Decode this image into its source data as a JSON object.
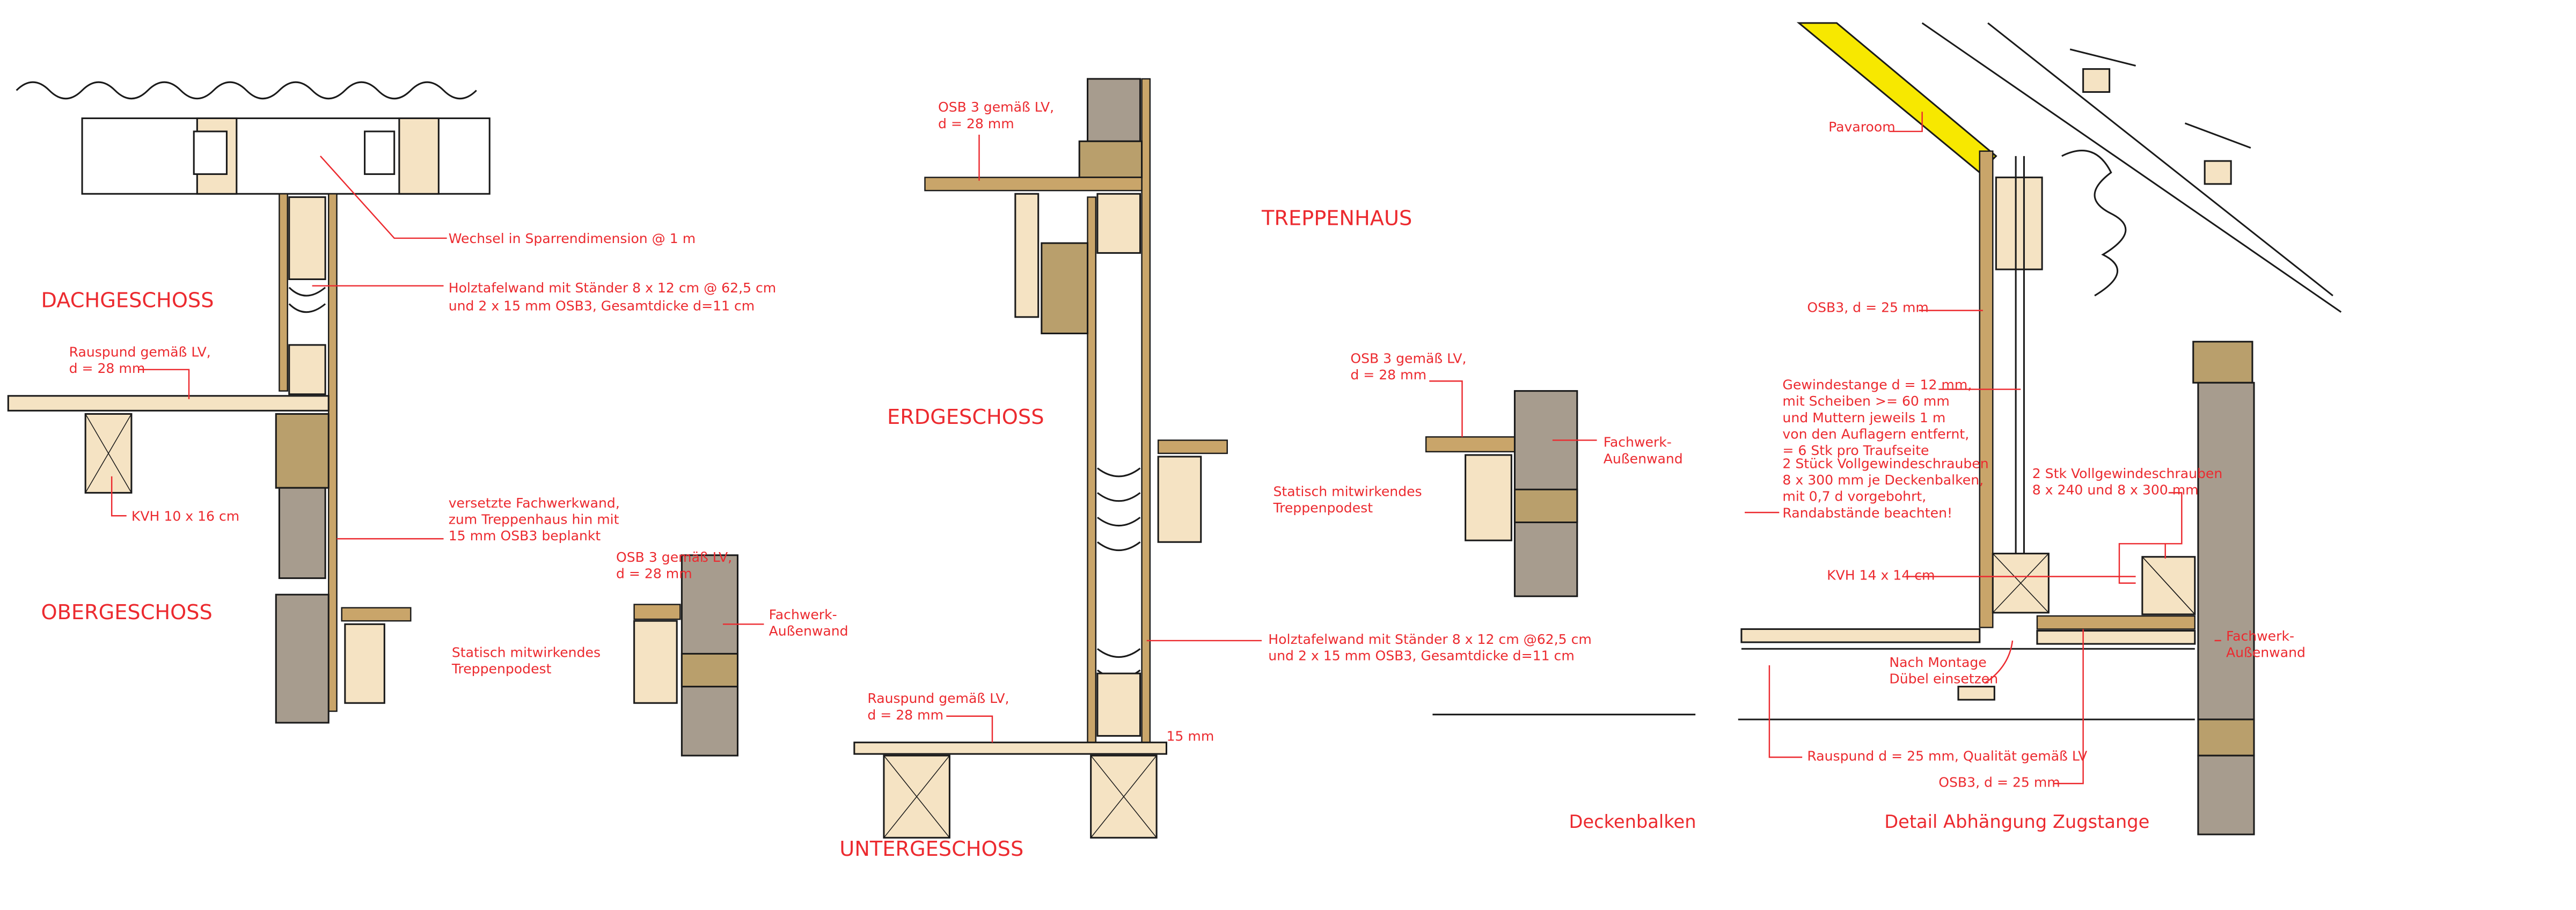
{
  "colors": {
    "annotation": "#ec2a2f",
    "timber": "#f5e3c3",
    "osb": "#c9a56a",
    "masonry": "#a79c8e",
    "pavaroom": "#f7e800"
  },
  "left_detail": {
    "floor_top": "DACHGESCHOSS",
    "floor_bottom": "OBERGESCHOSS",
    "wechsel": "Wechsel in Sparrendimension @ 1 m",
    "holztafel_1": "Holztafelwand mit Ständer 8 x 12 cm @ 62,5 cm",
    "holztafel_2": "und 2 x 15 mm OSB3, Gesamtdicke d=11 cm",
    "rauspund_1": "Rauspund gemäß LV,",
    "rauspund_2": "d = 28 mm",
    "kvh": "KVH 10 x 16 cm",
    "versetzt_1": "versetzte Fachwerkwand,",
    "versetzt_2": "zum Treppenhaus hin mit",
    "versetzt_3": "15 mm OSB3 beplankt",
    "osb_1": "OSB 3 gemäß LV,",
    "osb_2": "d = 28 mm",
    "fachwerk_1": "Fachwerk-",
    "fachwerk_2": "Außenwand",
    "podest_1": "Statisch mitwirkendes",
    "podest_2": "Treppenpodest"
  },
  "middle_detail": {
    "osb_top_1": "OSB 3 gemäß LV,",
    "osb_top_2": "d = 28 mm",
    "treppenhaus": "TREPPENHAUS",
    "erdgeschoss": "ERDGESCHOSS",
    "untergeschoss": "UNTERGESCHOSS",
    "osb_right_1": "OSB 3 gemäß LV,",
    "osb_right_2": "d = 28 mm",
    "fachwerk_1": "Fachwerk-",
    "fachwerk_2": "Außenwand",
    "podest_1": "Statisch mitwirkendes",
    "podest_2": "Treppenpodest",
    "holztafel_1": "Holztafelwand mit Ständer 8 x 12 cm @62,5 cm",
    "holztafel_2": "und 2 x 15 mm OSB3, Gesamtdicke d=11 cm",
    "rauspund_1": "Rauspund gemäß LV,",
    "rauspund_2": "d = 28 mm",
    "gap": "15 mm",
    "deckenbalken": "Deckenbalken"
  },
  "right_detail": {
    "title": "Detail Abhängung Zugstange",
    "pavaroom": "Pavaroom",
    "osb_top": "OSB3, d = 25 mm",
    "gewinde": [
      "Gewindestange d = 12 mm,",
      "mit Scheiben >= 60 mm",
      "und Muttern jeweils 1 m",
      "von den Auflagern entfernt,",
      "= 6 Stk pro Traufseite"
    ],
    "schrauben_left": [
      "2 Stück Vollgewindeschrauben",
      "8 x 300 mm je Deckenbalken,",
      " mit 0,7 d vorgebohrt,",
      "Randabstände beachten!"
    ],
    "schrauben_right": [
      "2 Stk Vollgewindeschrauben",
      "8 x 240 und 8 x 300 mm"
    ],
    "kvh": "KVH 14 x 14 cm",
    "fachwerk_1": "Fachwerk-",
    "fachwerk_2": "Außenwand",
    "montage_1": "Nach Montage",
    "montage_2": "Dübel einsetzen",
    "rauspund": "Rauspund d = 25 mm, Qualität gemäß LV",
    "osb_bottom": "OSB3, d = 25 mm"
  }
}
